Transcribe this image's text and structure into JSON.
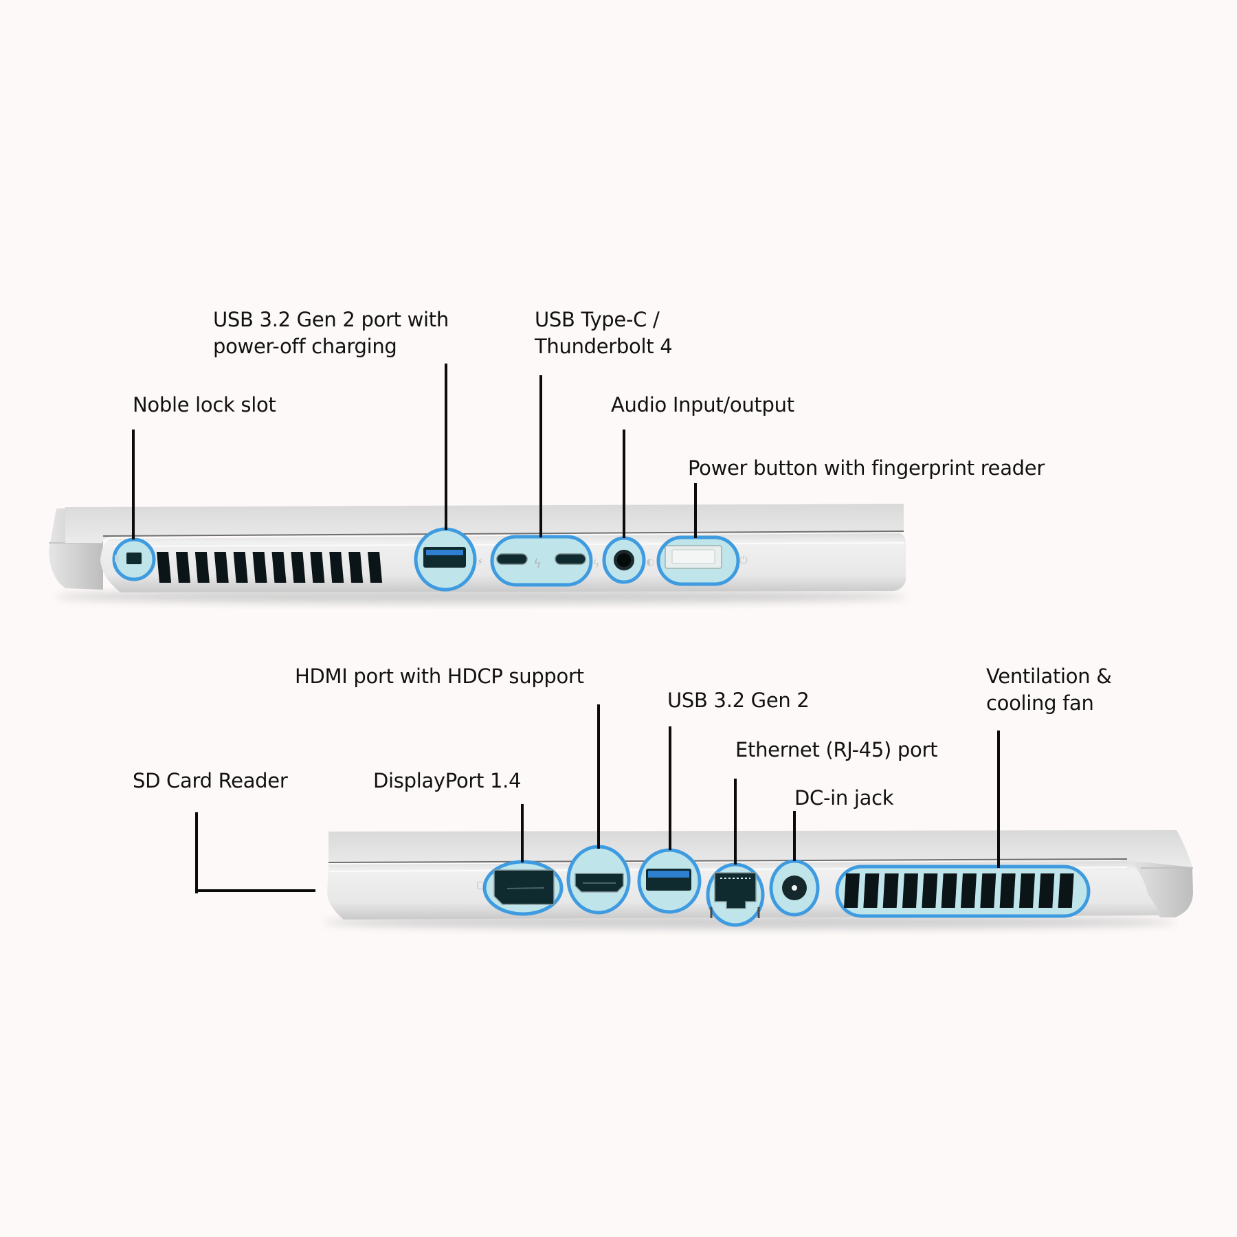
{
  "colors": {
    "background": "#fdf9f8",
    "highlight": "#3f9be0",
    "highlight_fill": "#bfe4ea",
    "chassis": "#e3e3e3",
    "port_dark": "#0f2b30",
    "usb_blue": "#2f7fd0",
    "leader_line": "#0b0b0b"
  },
  "top_view": {
    "labels": [
      {
        "id": "noble-lock",
        "text": "Noble lock slot"
      },
      {
        "id": "usb-a-charging",
        "lines": [
          "USB 3.2 Gen 2 port with",
          "power-off charging"
        ]
      },
      {
        "id": "usb-c-tb4",
        "lines": [
          "USB Type-C /",
          "Thunderbolt 4"
        ]
      },
      {
        "id": "audio",
        "text": "Audio Input/output"
      },
      {
        "id": "power-button",
        "text": "Power button with fingerprint reader"
      }
    ],
    "vent_slots": 12
  },
  "bottom_view": {
    "labels": [
      {
        "id": "sd-card",
        "text": "SD Card Reader"
      },
      {
        "id": "displayport",
        "text": "DisplayPort 1.4"
      },
      {
        "id": "hdmi",
        "text": "HDMI port with HDCP support"
      },
      {
        "id": "usb-a",
        "text": "USB 3.2 Gen 2"
      },
      {
        "id": "ethernet",
        "text": "Ethernet (RJ-45) port"
      },
      {
        "id": "dc-in",
        "text": "DC-in jack"
      },
      {
        "id": "ventilation",
        "lines": [
          "Ventilation &",
          "cooling fan"
        ]
      }
    ],
    "vent_slots": 12
  }
}
